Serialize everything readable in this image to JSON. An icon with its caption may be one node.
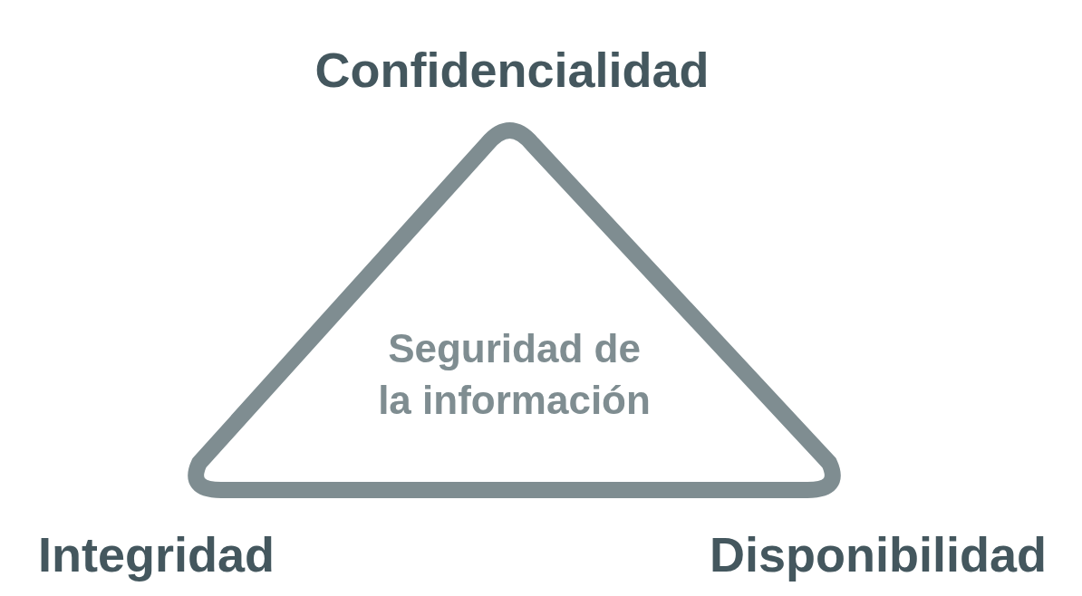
{
  "diagram": {
    "nodes": [
      {
        "text": [
          "Seguridad de la información"
        ]
      }
    ],
    "labels": [
      "Confidencialidad",
      "Integridad",
      "Disponibilidad"
    ]
  }
}
